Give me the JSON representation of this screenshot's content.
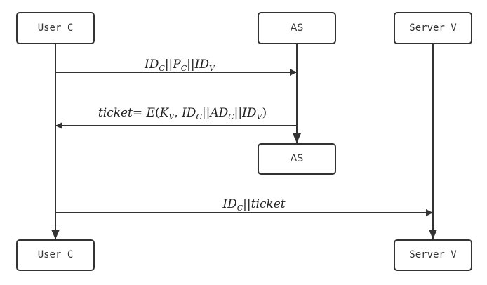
{
  "diagram": {
    "type": "sequence",
    "participants": [
      {
        "id": "user_c",
        "label": "User C"
      },
      {
        "id": "as",
        "label": "AS"
      },
      {
        "id": "server_v",
        "label": "Server V"
      }
    ],
    "messages": [
      {
        "from": "user_c",
        "to": "as",
        "label": "ID_C||P_C||ID_V",
        "parts": [
          {
            "t": "ID"
          },
          {
            "t": "C",
            "sub": true
          },
          {
            "t": "||",
            "upright": true
          },
          {
            "t": "P"
          },
          {
            "t": "C",
            "sub": true
          },
          {
            "t": "||",
            "upright": true
          },
          {
            "t": "ID"
          },
          {
            "t": "V",
            "sub": true
          }
        ]
      },
      {
        "from": "as",
        "to": "user_c",
        "label": "ticket= E(K_V, ID_C||AD_C||ID_V)",
        "parts": [
          {
            "t": "ticket"
          },
          {
            "t": "= ",
            "upright": true
          },
          {
            "t": "E"
          },
          {
            "t": "(",
            "upright": true
          },
          {
            "t": "K"
          },
          {
            "t": "V",
            "sub": true
          },
          {
            "t": ", ",
            "upright": true
          },
          {
            "t": "ID"
          },
          {
            "t": "C",
            "sub": true
          },
          {
            "t": "||",
            "upright": true
          },
          {
            "t": "AD"
          },
          {
            "t": "C",
            "sub": true
          },
          {
            "t": "||",
            "upright": true
          },
          {
            "t": "ID"
          },
          {
            "t": "V",
            "sub": true
          },
          {
            "t": ")",
            "upright": true
          }
        ]
      },
      {
        "from": "user_c",
        "to": "server_v",
        "label": "ID_C||ticket",
        "parts": [
          {
            "t": "ID"
          },
          {
            "t": "C",
            "sub": true
          },
          {
            "t": "||",
            "upright": true
          },
          {
            "t": "ticket"
          }
        ]
      }
    ],
    "end_boxes": [
      {
        "participant": "as",
        "label": "AS"
      },
      {
        "participant": "user_c",
        "label": "User C"
      },
      {
        "participant": "server_v",
        "label": "Server V"
      }
    ],
    "colors": {
      "stroke": "#333333",
      "background": "#ffffff"
    }
  }
}
